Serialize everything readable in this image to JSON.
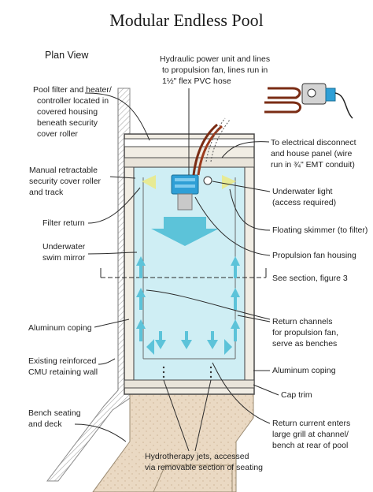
{
  "title": "Modular Endless Pool",
  "subtitle": "Plan View",
  "labels": {
    "hydraulic": [
      "Hydraulic power unit and lines",
      "to propulsion fan, lines run in",
      "1½\" flex PVC hose"
    ],
    "filter_heater": [
      "Pool filter and heater/",
      "controller located in",
      "covered housing",
      "beneath security",
      "cover roller"
    ],
    "electrical": [
      "To electrical disconnect",
      "and house panel (wire",
      "run in ¾\" EMT conduit)"
    ],
    "cover_roller": [
      "Manual retractable",
      "security cover roller",
      "and track"
    ],
    "underwater_light": [
      "Underwater light",
      "(access required)"
    ],
    "filter_return": [
      "Filter return"
    ],
    "skimmer": [
      "Floating skimmer (to filter)"
    ],
    "mirror": [
      "Underwater",
      "swim mirror"
    ],
    "fan_housing": [
      "Propulsion fan housing"
    ],
    "section": [
      "See section, figure 3"
    ],
    "aluminum_coping_left": [
      "Aluminum coping"
    ],
    "return_channels": [
      "Return channels",
      "for propulsion fan,",
      "serve as benches"
    ],
    "cmu_wall": [
      "Existing reinforced",
      "CMU retaining wall"
    ],
    "aluminum_coping_right": [
      "Aluminum coping"
    ],
    "cap_trim": [
      "Cap trim"
    ],
    "bench_deck": [
      "Bench seating",
      "and deck"
    ],
    "return_current": [
      "Return current enters",
      "large grill at channel/",
      "bench at rear of pool"
    ],
    "hydrotherapy": [
      "Hydrotherapy jets, accessed",
      "via removable section of seating"
    ]
  },
  "colors": {
    "water": "#cfeef4",
    "arrow": "#5cc3d9",
    "fan_housing": "#2f9fd6",
    "coping": "#e9e4da",
    "stone": "#e8d9c4",
    "hatch": "#9a9a9a"
  }
}
